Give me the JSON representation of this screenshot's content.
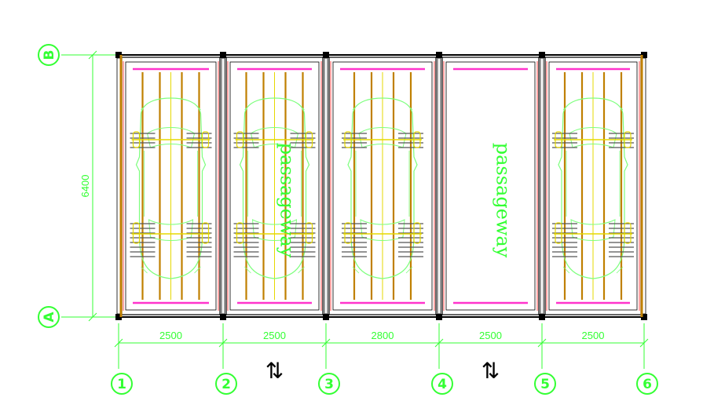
{
  "grid_rows": [
    "B",
    "A"
  ],
  "grid_columns": [
    "1",
    "2",
    "3",
    "4",
    "5",
    "6"
  ],
  "bay_widths": [
    "2500",
    "2500",
    "2800",
    "2500",
    "2500"
  ],
  "row_spacing": "6400",
  "passageway_labels": [
    "passageway",
    "passageway"
  ],
  "bay_contents": [
    "car",
    "car+passageway",
    "car",
    "passageway",
    "car"
  ],
  "direction_symbol": "⇅",
  "colors": {
    "background": "#ffffff",
    "dimension": "#33ff33",
    "car_outline": "#7dff7d",
    "frame": "#000000",
    "edge_accent": "#ff33cc",
    "rail": "#c08000",
    "platform": "#e6d800",
    "red_line": "#ff2020"
  }
}
